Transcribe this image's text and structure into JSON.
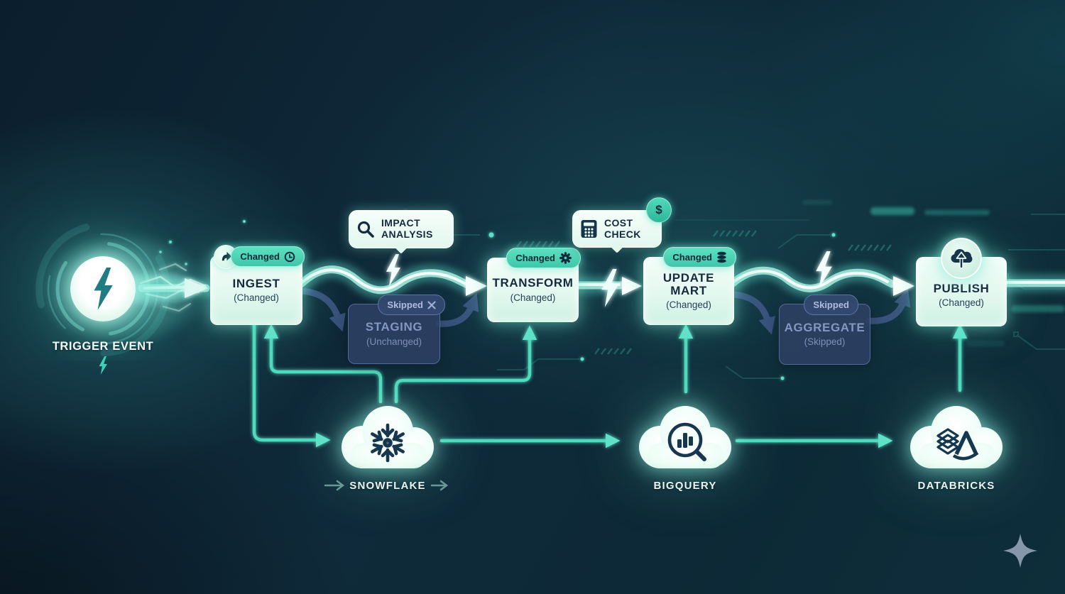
{
  "diagram_title": "Data pipeline change-propagation diagram",
  "trigger": {
    "label": "TRIGGER EVENT",
    "icon": "lightning-bolt-icon"
  },
  "stages": [
    {
      "id": "ingest",
      "title": "INGEST",
      "subtitle": "(Changed)",
      "state": "changed",
      "badge": {
        "label": "Changed",
        "icon": "clock-icon"
      },
      "corner_icon": "forward-arrow-icon"
    },
    {
      "id": "staging",
      "title": "STAGING",
      "subtitle": "(Unchanged)",
      "state": "skipped",
      "badge": {
        "label": "Skipped",
        "icon": "x-icon"
      }
    },
    {
      "id": "transform",
      "title": "TRANSFORM",
      "subtitle": "(Changed)",
      "state": "changed",
      "badge": {
        "label": "Changed",
        "icon": "gear-icon"
      }
    },
    {
      "id": "update_mart",
      "title": "UPDATE\nMART",
      "subtitle": "(Changed)",
      "state": "changed",
      "badge": {
        "label": "Changed",
        "icon": "database-icon"
      }
    },
    {
      "id": "aggregate",
      "title": "AGGREGATE",
      "subtitle": "(Skipped)",
      "state": "skipped",
      "badge": {
        "label": "Skipped"
      }
    },
    {
      "id": "publish",
      "title": "PUBLISH",
      "subtitle": "(Changed)",
      "state": "changed",
      "corner_icon": "cloud-upload-icon"
    }
  ],
  "callouts": [
    {
      "id": "impact_analysis",
      "label": "IMPACT\nANALYSIS",
      "icon": "magnifier-icon"
    },
    {
      "id": "cost_check",
      "label": "COST\nCHECK",
      "icon": "calculator-icon",
      "corner_badge": "$"
    }
  ],
  "warehouses": [
    {
      "id": "snowflake",
      "label": "SNOWFLAKE",
      "icon": "snowflake-icon"
    },
    {
      "id": "bigquery",
      "label": "BIGQUERY",
      "icon": "bigquery-magnifier-chart-icon"
    },
    {
      "id": "databricks",
      "label": "DATABRICKS",
      "icon": "databricks-layers-icon"
    }
  ],
  "palette": {
    "background_navy": "#0d2836",
    "accent_teal": "#4fd9bd",
    "badge_teal": "#45d0b2",
    "box_mint": "#e9fbf4",
    "skipped_navy": "#33496e",
    "skipped_text": "#9fb0d6",
    "text_dark": "#17293d",
    "cloud_white": "#f4fffb",
    "connector_dark": "#3d5582"
  }
}
